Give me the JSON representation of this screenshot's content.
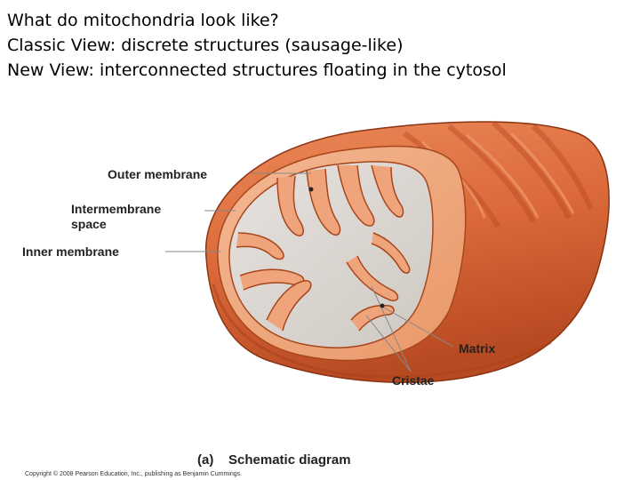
{
  "slide": {
    "lines": [
      "What do mitochondria look like?",
      "Classic View: discrete structures (sausage-like)",
      "New View: interconnected structures floating in the cytosol"
    ]
  },
  "figure": {
    "labels": {
      "outer_membrane": "Outer membrane",
      "intermembrane_space_1": "Intermembrane",
      "intermembrane_space_2": "space",
      "inner_membrane": "Inner membrane",
      "matrix": "Matrix",
      "cristae": "Cristae"
    },
    "caption_tag": "(a)",
    "caption": "Schematic diagram",
    "copyright": "Copyright © 2008 Pearson Education, Inc., publishing as Benjamin Cummings.",
    "colors": {
      "outer_surface": "#dc6a3a",
      "outer_highlight": "#e8885a",
      "inner_membrane": "#efa47c",
      "matrix": "#dcd7d2",
      "edge": "#8a3414"
    }
  }
}
